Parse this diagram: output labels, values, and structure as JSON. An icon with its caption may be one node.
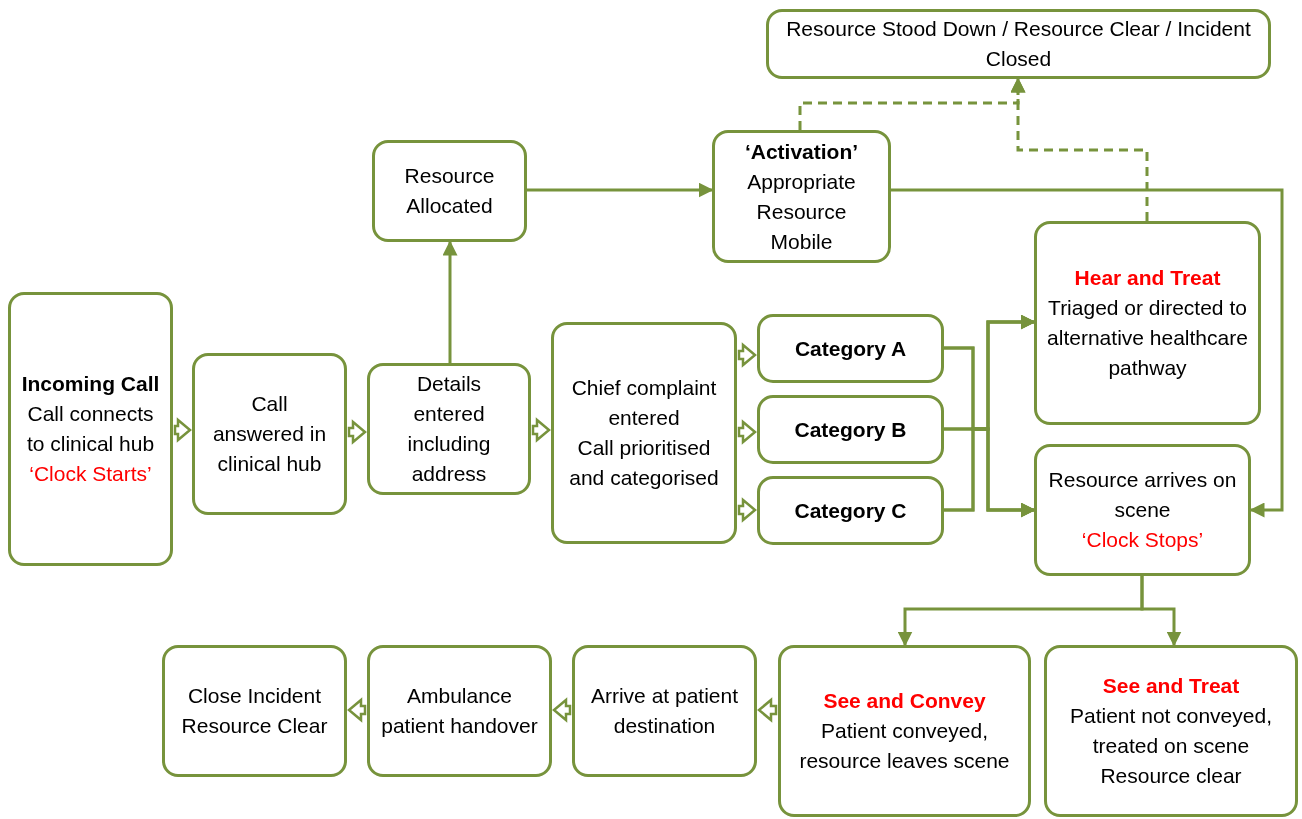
{
  "diagram": {
    "nodes": [
      {
        "text": [
          "Resource Stood Down / Resource Clear / Incident Closed"
        ]
      },
      {
        "text": [
          "Resource Allocated"
        ]
      },
      {
        "text": [
          "‘Activation’",
          "Appropriate Resource Mobile"
        ]
      },
      {
        "text": [
          "Incoming Call",
          "Call connects to clinical hub",
          "‘Clock Starts’"
        ]
      },
      {
        "text": [
          "Call answered in clinical hub"
        ]
      },
      {
        "text": [
          "Details entered including address"
        ]
      },
      {
        "text": [
          "Chief complaint entered",
          "Call prioritised and categorised"
        ]
      },
      {
        "text": [
          "Category A"
        ]
      },
      {
        "text": [
          "Category B"
        ]
      },
      {
        "text": [
          "Category C"
        ]
      },
      {
        "text": [
          "Hear and Treat",
          "Triaged or directed to alternative healthcare pathway"
        ]
      },
      {
        "text": [
          "Resource arrives on scene",
          "‘Clock Stops’"
        ]
      },
      {
        "text": [
          "Close Incident Resource Clear"
        ]
      },
      {
        "text": [
          "Ambulance patient handover"
        ]
      },
      {
        "text": [
          "Arrive at patient destination"
        ]
      },
      {
        "text": [
          "See and Convey",
          "Patient conveyed, resource leaves scene"
        ]
      },
      {
        "text": [
          "See and Treat",
          "Patient not conveyed, treated on scene Resource clear"
        ]
      }
    ],
    "edges": [
      {
        "from": 3,
        "to": 4,
        "arrow": "to",
        "style": "thick"
      },
      {
        "from": 4,
        "to": 5,
        "arrow": "to",
        "style": "thick"
      },
      {
        "from": 5,
        "to": 6,
        "arrow": "to",
        "style": "thick"
      },
      {
        "from": 6,
        "to": 7,
        "arrow": "to",
        "style": "thick"
      },
      {
        "from": 6,
        "to": 8,
        "arrow": "to",
        "style": "thick"
      },
      {
        "from": 6,
        "to": 9,
        "arrow": "to",
        "style": "thick"
      },
      {
        "from": 5,
        "to": 1,
        "arrow": "to"
      },
      {
        "from": 1,
        "to": 2,
        "arrow": "to"
      },
      {
        "from": 2,
        "to": 11,
        "arrow": "to"
      },
      {
        "from": 2,
        "to": 0,
        "arrow": "to",
        "style": "dashed"
      },
      {
        "from": 10,
        "to": 0,
        "arrow": "to",
        "style": "dashed"
      },
      {
        "from": 7,
        "to": 10,
        "arrow": "to"
      },
      {
        "from": 8,
        "to": 10,
        "arrow": "to"
      },
      {
        "from": 9,
        "to": 10,
        "arrow": "to"
      },
      {
        "from": 7,
        "to": 11,
        "arrow": "to"
      },
      {
        "from": 8,
        "to": 11,
        "arrow": "to"
      },
      {
        "from": 9,
        "to": 11,
        "arrow": "to"
      },
      {
        "from": 11,
        "to": 15,
        "arrow": "to"
      },
      {
        "from": 11,
        "to": 16,
        "arrow": "to"
      },
      {
        "from": 15,
        "to": 14,
        "arrow": "to",
        "style": "thick"
      },
      {
        "from": 14,
        "to": 13,
        "arrow": "to",
        "style": "thick"
      },
      {
        "from": 13,
        "to": 12,
        "arrow": "to",
        "style": "thick"
      }
    ]
  }
}
